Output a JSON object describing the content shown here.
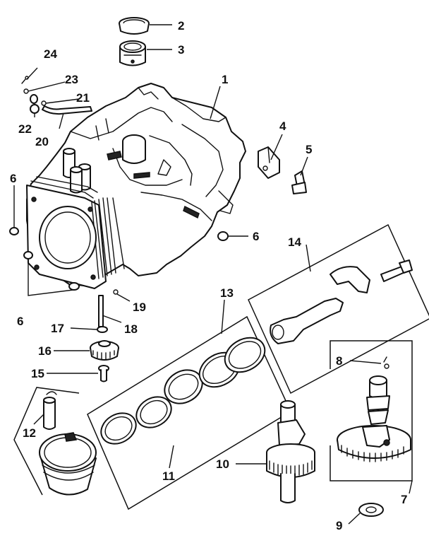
{
  "callouts": {
    "c1": "1",
    "c2": "2",
    "c3": "3",
    "c4": "4",
    "c5": "5",
    "c6a": "6",
    "c6b": "6",
    "c6c": "6",
    "c7": "7",
    "c8": "8",
    "c9": "9",
    "c10": "10",
    "c11": "11",
    "c12": "12",
    "c13": "13",
    "c14": "14",
    "c15": "15",
    "c16": "16",
    "c17": "17",
    "c18": "18",
    "c19": "19",
    "c20": "20",
    "c21": "21",
    "c22": "22",
    "c23": "23",
    "c24": "24"
  },
  "colors": {
    "ink": "#111111",
    "paper": "#ffffff"
  }
}
